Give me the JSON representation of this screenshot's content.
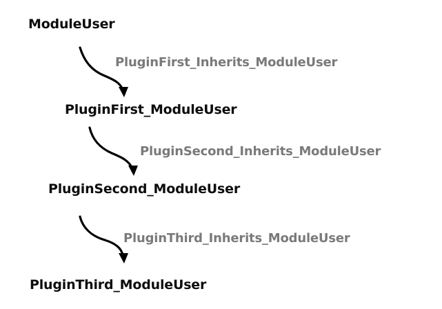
{
  "diagram": {
    "nodes": [
      {
        "id": "module-user",
        "label": "ModuleUser"
      },
      {
        "id": "plugin-first",
        "label": "PluginFirst_ModuleUser"
      },
      {
        "id": "plugin-second",
        "label": "PluginSecond_ModuleUser"
      },
      {
        "id": "plugin-third",
        "label": "PluginThird_ModuleUser"
      }
    ],
    "edges": [
      {
        "from": "module-user",
        "to": "plugin-first",
        "label": "PluginFirst_Inherits_ModuleUser"
      },
      {
        "from": "plugin-first",
        "to": "plugin-second",
        "label": "PluginSecond_Inherits_ModuleUser"
      },
      {
        "from": "plugin-second",
        "to": "plugin-third",
        "label": "PluginThird_Inherits_ModuleUser"
      }
    ],
    "colors": {
      "node_text": "#0d0d0d",
      "edge_label_text": "#7a7a7a",
      "arrow": "#000000",
      "background": "#ffffff"
    }
  }
}
